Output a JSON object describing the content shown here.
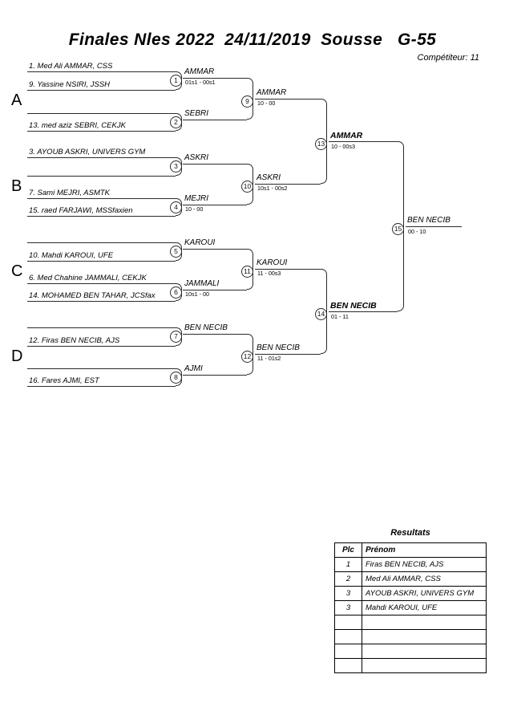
{
  "header": {
    "title": "Finales Nles 2022  24/11/2019  Sousse   G-55",
    "competitor_label": "Compétiteur: 11"
  },
  "groups": [
    {
      "label": "A"
    },
    {
      "label": "B"
    },
    {
      "label": "C"
    },
    {
      "label": "D"
    }
  ],
  "entrants": [
    {
      "slot": 1,
      "text": "1. Med Ali AMMAR, CSS"
    },
    {
      "slot": 2,
      "text": "9. Yassine NSIRI, JSSH"
    },
    {
      "slot": 3,
      "text": ""
    },
    {
      "slot": 4,
      "text": "13. med aziz SEBRI, CEKJK"
    },
    {
      "slot": 5,
      "text": "3. AYOUB ASKRI, UNIVERS GYM"
    },
    {
      "slot": 6,
      "text": ""
    },
    {
      "slot": 7,
      "text": "7. Sami MEJRI, ASMTK"
    },
    {
      "slot": 8,
      "text": "15. raed FARJAWI, MSSfaxien"
    },
    {
      "slot": 9,
      "text": ""
    },
    {
      "slot": 10,
      "text": "10. Mahdi KAROUI, UFE"
    },
    {
      "slot": 11,
      "text": "6. Med Chahine JAMMALI, CEKJK"
    },
    {
      "slot": 12,
      "text": "14. MOHAMED BEN TAHAR, JCSfax"
    },
    {
      "slot": 13,
      "text": ""
    },
    {
      "slot": 14,
      "text": "12. Firas BEN NECIB, AJS"
    },
    {
      "slot": 15,
      "text": ""
    },
    {
      "slot": 16,
      "text": "16. Fares AJMI, EST"
    }
  ],
  "matches": [
    {
      "num": "1",
      "winner": "AMMAR",
      "score": "01s1 - 00s1",
      "bold": false
    },
    {
      "num": "2",
      "winner": "SEBRI",
      "score": "",
      "bold": false
    },
    {
      "num": "3",
      "winner": "ASKRI",
      "score": "",
      "bold": false
    },
    {
      "num": "4",
      "winner": "MEJRI",
      "score": "10 - 00",
      "bold": false
    },
    {
      "num": "5",
      "winner": "KAROUI",
      "score": "",
      "bold": false
    },
    {
      "num": "6",
      "winner": "JAMMALI",
      "score": "10s1 - 00",
      "bold": false
    },
    {
      "num": "7",
      "winner": "BEN NECIB",
      "score": "",
      "bold": false
    },
    {
      "num": "8",
      "winner": "AJMI",
      "score": "",
      "bold": false
    },
    {
      "num": "9",
      "winner": "AMMAR",
      "score": "10 - 00",
      "bold": false
    },
    {
      "num": "10",
      "winner": "ASKRI",
      "score": "10s1 - 00s2",
      "bold": false
    },
    {
      "num": "11",
      "winner": "KAROUI",
      "score": "11 - 00s3",
      "bold": false
    },
    {
      "num": "12",
      "winner": "BEN NECIB",
      "score": "11 - 01s2",
      "bold": false
    },
    {
      "num": "13",
      "winner": "AMMAR",
      "score": "10 - 00s3",
      "bold": true
    },
    {
      "num": "14",
      "winner": "BEN NECIB",
      "score": "01 - 11",
      "bold": true
    },
    {
      "num": "15",
      "winner": "BEN NECIB",
      "score": "00 - 10",
      "bold": false
    }
  ],
  "results": {
    "title": "Resultats",
    "columns": [
      "Plc",
      "Prénom"
    ],
    "rows": [
      {
        "plc": "1",
        "nom": "Firas BEN NECIB, AJS"
      },
      {
        "plc": "2",
        "nom": "Med Ali AMMAR, CSS"
      },
      {
        "plc": "3",
        "nom": "AYOUB ASKRI, UNIVERS GYM"
      },
      {
        "plc": "3",
        "nom": "Mahdi KAROUI, UFE"
      },
      {
        "plc": "",
        "nom": ""
      },
      {
        "plc": "",
        "nom": ""
      },
      {
        "plc": "",
        "nom": ""
      },
      {
        "plc": "",
        "nom": ""
      }
    ]
  },
  "colors": {
    "line": "#2b2b2b",
    "text": "#000000",
    "background": "#ffffff"
  }
}
